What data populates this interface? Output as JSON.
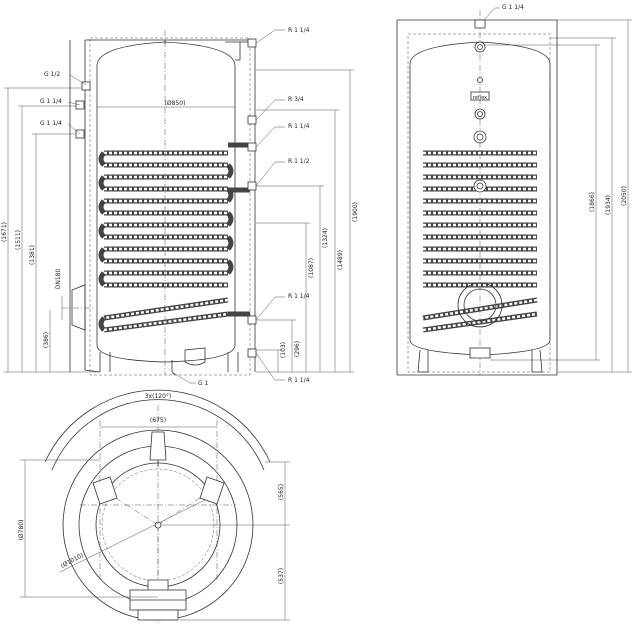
{
  "side_view": {
    "conn_top": "R 1 1/4",
    "conn_g12": "G 1/2",
    "conn_g114_a": "G 1 1/4",
    "conn_g114_b": "G 1 1/4",
    "conn_r34": "R 3/4",
    "conn_r114_mid": "R 1 1/4",
    "conn_r112": "R 1 1/2",
    "conn_r114_low": "R 1 1/4",
    "conn_g1": "G 1",
    "conn_r114_bottom": "R 1 1/4",
    "dim_diameter": "(Ø850)",
    "dim_1671": "(1671)",
    "dim_1511": "(1511)",
    "dim_1381": "(1381)",
    "dim_386": "(386)",
    "dim_dn180": "DN180",
    "dim_1900": "(1900)",
    "dim_1489": "(1489)",
    "dim_1324": "(1324)",
    "dim_1087": "(1087)",
    "dim_296": "(296)",
    "dim_103": "(103)"
  },
  "front_view": {
    "conn_top": "G 1 1/4",
    "brand": "reflex",
    "dim_1866": "(1866)",
    "dim_1934": "(1934)",
    "dim_2050": "(2050)"
  },
  "plan_view": {
    "dim_angle": "3x(120°)",
    "dim_675": "(675)",
    "dim_565": "(565)",
    "dim_780": "(Ø780)",
    "dim_1010": "(Ø1010)",
    "dim_537": "(537)"
  }
}
